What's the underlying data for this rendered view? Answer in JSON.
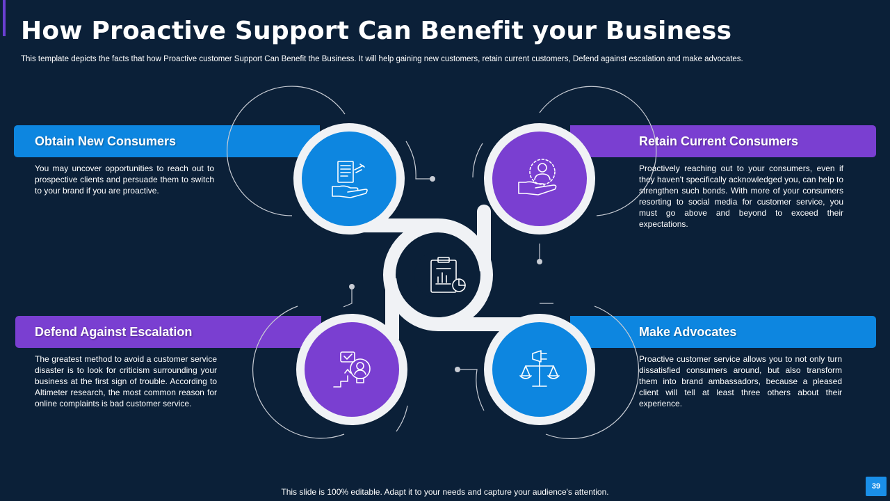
{
  "header": {
    "title": "How Proactive Support Can Benefit your Business",
    "subtitle": "This template depicts the facts that how Proactive customer Support Can Benefit the Business. It will help gaining new customers, retain current customers, Defend against escalation and make advocates."
  },
  "sections": [
    {
      "heading": "Obtain New Consumers",
      "text": "You may uncover opportunities to reach out to prospective clients and persuade them to switch to your brand if you are proactive.",
      "icon": "document-hand-icon",
      "color": "#0d86e0"
    },
    {
      "heading": "Retain Current Consumers",
      "text": "Proactively reaching out to your consumers, even if they haven't specifically acknowledged you, can help to strengthen such bonds. With more of your consumers resorting to social media for customer service, you must go above and beyond to exceed their expectations.",
      "icon": "person-hand-icon",
      "color": "#7a3fd1"
    },
    {
      "heading": "Defend Against Escalation",
      "text": "The greatest method to avoid a customer service disaster is to look for criticism surrounding your business at the first sign of trouble. According to Altimeter research, the most common reason for online complaints is bad customer service.",
      "icon": "idea-growth-icon",
      "color": "#7a3fd1"
    },
    {
      "heading": "Make Advocates",
      "text": "Proactive customer service allows you to not only turn dissatisfied consumers around, but also transform them into brand ambassadors, because a pleased client will tell at least three others about their experience.",
      "icon": "megaphone-scale-icon",
      "color": "#0d86e0"
    }
  ],
  "center": {
    "icon": "clipboard-chart-icon"
  },
  "footer": {
    "note": "This slide is 100% editable. Adapt it to your needs and capture your audience's attention.",
    "page_number": "39"
  },
  "colors": {
    "background": "#0b2038",
    "blue": "#0d86e0",
    "purple": "#7a3fd1",
    "ring": "#f0f2f5"
  }
}
